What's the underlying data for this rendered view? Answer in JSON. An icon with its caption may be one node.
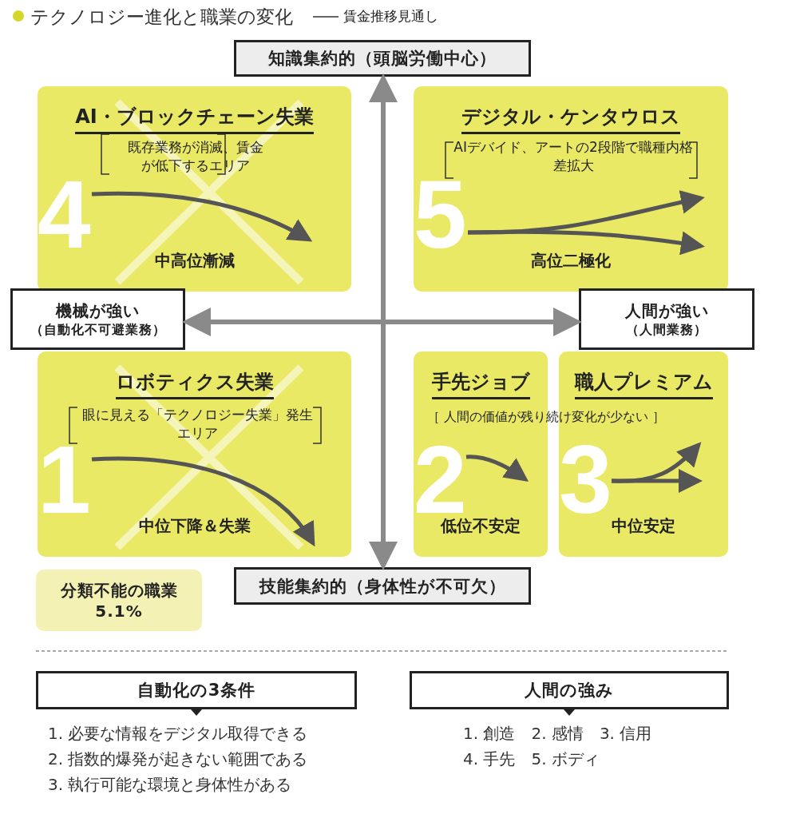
{
  "diagram": {
    "title": "テクノロジー進化と職業の変化",
    "nodes": [
      {
        "text": [
          "知識集約的（頭脳労働中心）"
        ]
      },
      {
        "text": [
          "AI・ブロックチェーン失業",
          "既存業務が消滅、賃金が低下するエリア",
          "4",
          "中高位漸減"
        ]
      },
      {
        "text": [
          "デジタル・ケンタウロス",
          "AIデバイド、アートの2段階で職種内格差拡大",
          "5",
          "高位二極化"
        ]
      },
      {
        "text": [
          "機械が強い",
          "（自動化不可避業務）"
        ]
      },
      {
        "text": [
          "人間が強い",
          "（人間業務）"
        ]
      },
      {
        "text": [
          "ロボティクス失業",
          "眼に見える「テクノロジー失業」発生エリア",
          "1",
          "中位下降＆失業"
        ]
      },
      {
        "text": [
          "手先ジョブ",
          "2",
          "低位不安定"
        ]
      },
      {
        "text": [
          "職人プレミアム",
          "3",
          "中位安定"
        ]
      },
      {
        "text": [
          "分類不能の職業",
          "5.1%"
        ]
      },
      {
        "text": [
          "技能集約的（身体性が不可欠）"
        ]
      },
      {
        "text": [
          "自動化の3条件"
        ],
        "beside": [
          "1. 必要な情報をデジタル取得できる",
          "2. 指数的爆発が起きない範囲である",
          "3. 執行可能な環境と身体性がある"
        ]
      },
      {
        "text": [
          "人間の強み"
        ],
        "beside": [
          "1. 創造　2. 感情　3. 信用",
          "4. 手先　5. ボディ"
        ]
      }
    ],
    "edges": [
      {
        "from": 9,
        "to": 0,
        "arrow": "both"
      },
      {
        "from": 3,
        "to": 4,
        "arrow": "both"
      }
    ],
    "labels": [
      "賃金推移見通し",
      "［ 人間の価値が残り続け変化が少ない ］"
    ]
  }
}
